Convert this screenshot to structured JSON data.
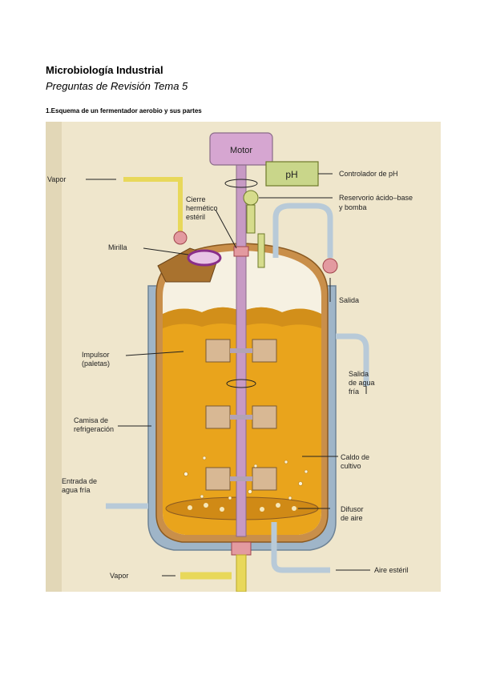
{
  "document": {
    "title": "Microbiología Industrial",
    "subtitle": "Preguntas de Revisión Tema 5",
    "question": "1.Esquema de un fermentador aerobio y sus partes"
  },
  "diagram": {
    "labels": {
      "motor": "Motor",
      "ph": "pH",
      "controlador_ph": "Controlador de pH",
      "vapor_top": "Vapor",
      "cierre_1": "Cierre",
      "cierre_2": "hermético",
      "cierre_3": "estéril",
      "reservorio_1": "Reservorio ácido–base",
      "reservorio_2": "y bomba",
      "mirilla": "Mirilla",
      "salida": "Salida",
      "impulsor_1": "Impulsor",
      "impulsor_2": "(paletas)",
      "salida_agua_1": "Salida",
      "salida_agua_2": "de agua",
      "salida_agua_3": "fría",
      "camisa_1": "Camisa de",
      "camisa_2": "refrigeración",
      "caldo_1": "Caldo de",
      "caldo_2": "cultivo",
      "entrada_1": "Entrada de",
      "entrada_2": "agua fría",
      "difusor_1": "Difusor",
      "difusor_2": "de aire",
      "vapor_bottom": "Vapor",
      "aire_esteril": "Aire estéril"
    }
  }
}
